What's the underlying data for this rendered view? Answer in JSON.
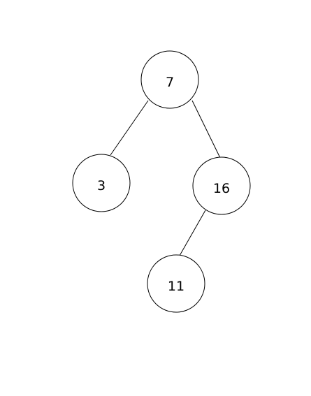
{
  "tree": {
    "nodes": [
      {
        "id": "n7",
        "label": "7"
      },
      {
        "id": "n3",
        "label": "3"
      },
      {
        "id": "n16",
        "label": "16"
      },
      {
        "id": "n11",
        "label": "11"
      }
    ],
    "edges": [
      {
        "from": "n7",
        "to": "n3"
      },
      {
        "from": "n7",
        "to": "n16"
      },
      {
        "from": "n16",
        "to": "n11"
      }
    ]
  },
  "colors": {
    "stroke": "#000000",
    "fill": "#ffffff",
    "text": "#000000"
  }
}
